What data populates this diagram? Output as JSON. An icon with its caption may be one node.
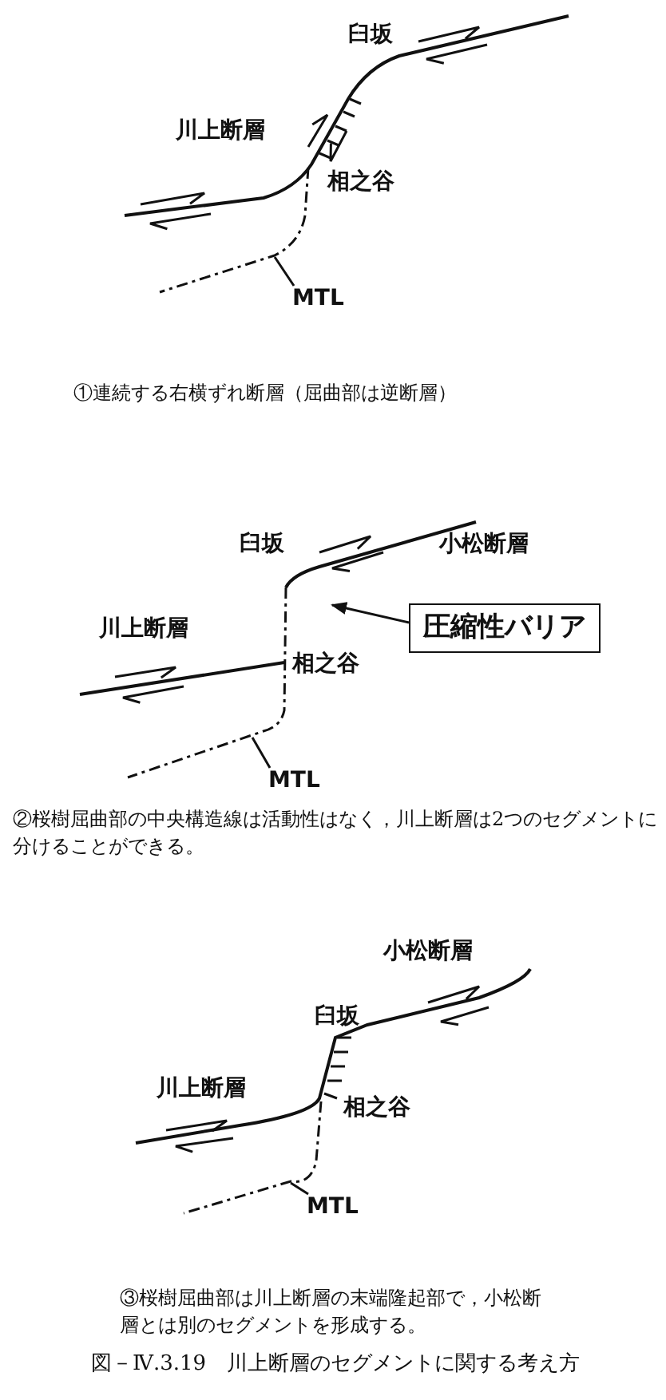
{
  "diagram": {
    "caption": "図－Ⅳ.3.19　川上断層のセグメントに関する考え方",
    "nodes": [
      {
        "text": [
          "MTL"
        ]
      },
      {
        "text": [
          "圧縮性バリア"
        ]
      },
      {
        "text": [
          "MTL"
        ]
      },
      {
        "text": [
          "MTL"
        ]
      }
    ],
    "edges": [
      {
        "from": 0,
        "to": null,
        "arrow": "none"
      },
      {
        "from": 1,
        "to": null,
        "arrow": "to"
      },
      {
        "from": 2,
        "to": null,
        "arrow": "none"
      },
      {
        "from": 3,
        "to": null,
        "arrow": "none"
      }
    ],
    "labels": [
      "臼坂",
      "川上断層",
      "相之谷",
      "①連続する右横ずれ断層（屈曲部は逆断層）",
      "臼坂",
      "小松断層",
      "川上断層",
      "相之谷",
      "②桜樹屈曲部の中央構造線は活動性はなく，川上断層は2つのセグメントに分けることができる。",
      "小松断層",
      "臼坂",
      "川上断層",
      "相之谷",
      "③桜樹屈曲部は川上断層の末端隆起部で，小松断層とは別のセグメントを形成する。"
    ]
  }
}
